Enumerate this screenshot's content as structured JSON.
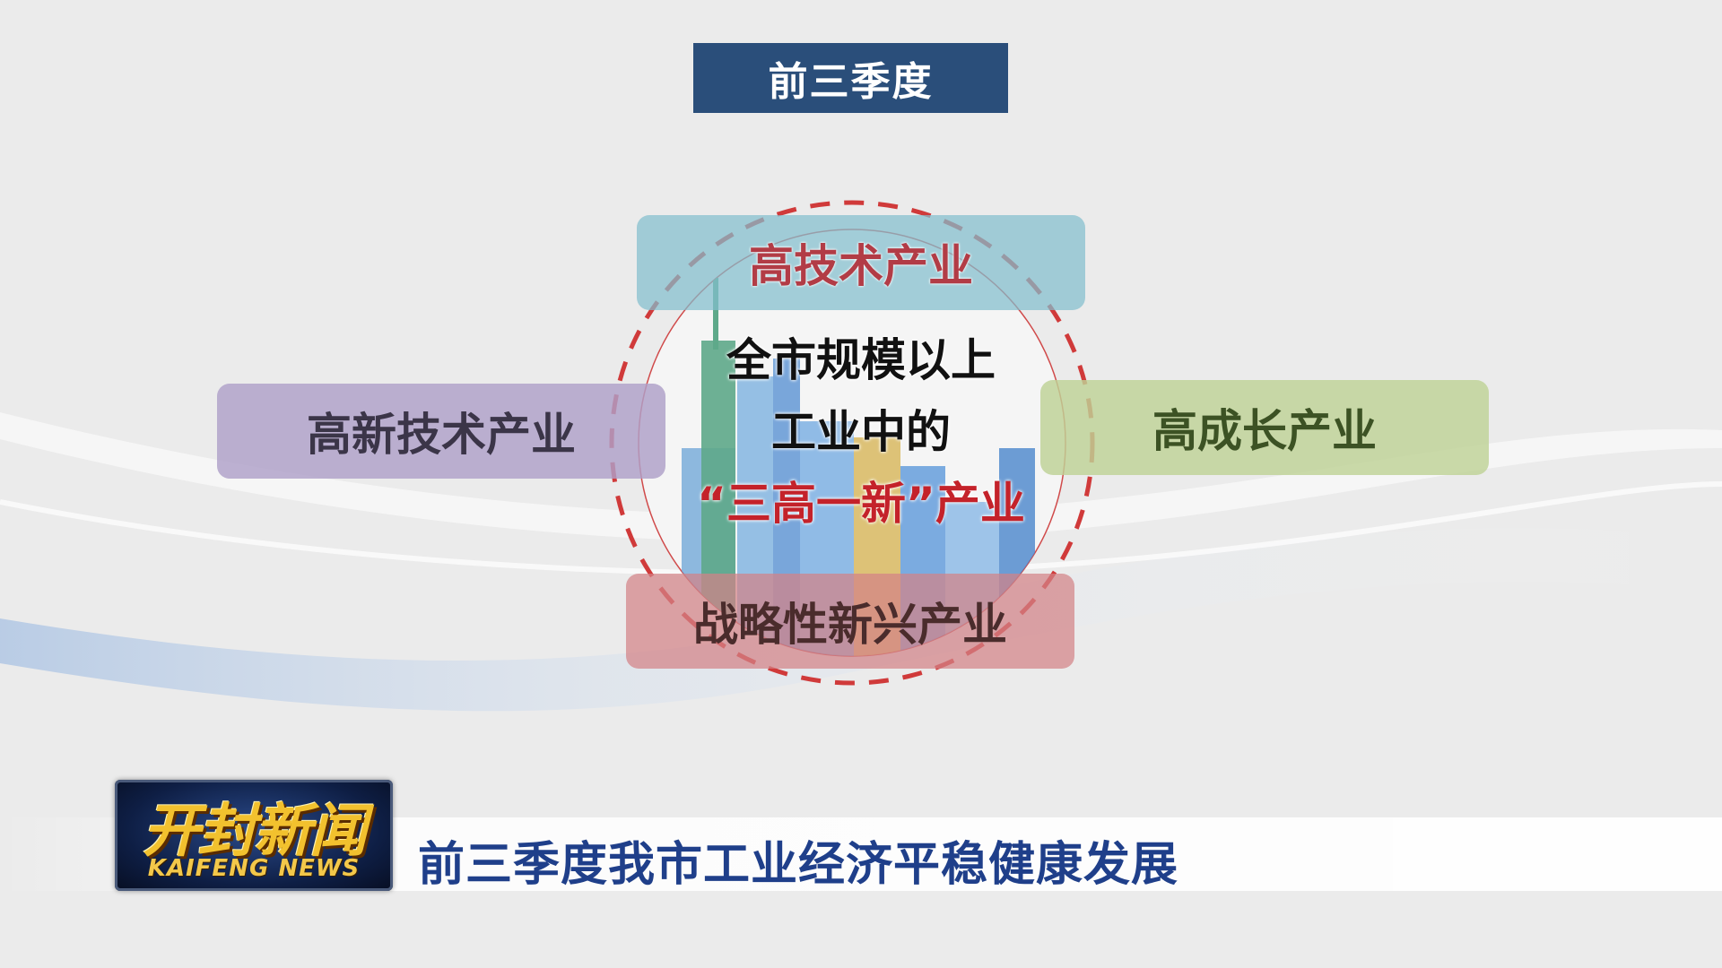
{
  "header": {
    "title": "前三季度"
  },
  "diagram": {
    "center": {
      "line1": "全市规模以上",
      "line2": "工业中的",
      "line3_red": "“三高一新”产业"
    },
    "top": "高技术产业",
    "left": "高新技术产业",
    "right": "高成长产业",
    "bottom": "战略性新兴产业"
  },
  "news": {
    "logo_main": "开封新闻",
    "logo_sub": "KAIFENG NEWS",
    "headline": "前三季度我市工业经济平稳健康发展"
  },
  "colors": {
    "title_bg": "#2a4e7a",
    "accent_red": "#c4222a",
    "headline_blue": "#1f3f8a"
  }
}
